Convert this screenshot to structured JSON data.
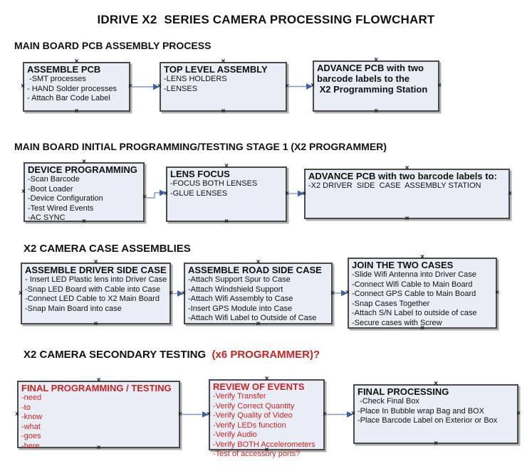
{
  "title": "IDRIVE X2  SERIES CAMERA PROCESSING FLOWCHART",
  "colors": {
    "box_fill": "#e9eef6",
    "box_border": "#4a4a4a",
    "box_shadow": "#b0b0b0",
    "red": "#cc2222",
    "text": "#111111",
    "connector_line": "#8099bb",
    "connector_arrow": "#3b5fa8",
    "handle": "#1a1a1a"
  },
  "sections": [
    {
      "heading": "MAIN BOARD PCB ASSEMBLY PROCESS",
      "boxes": [
        {
          "title": "ASSEMBLE PCB",
          "items": [
            " -SMT processes",
            "- HAND Solder processes",
            "- Attach Bar Code Label"
          ]
        },
        {
          "title": "TOP LEVEL ASSEMBLY",
          "items": [
            "-LENS HOLDERS",
            "-LENSES"
          ]
        },
        {
          "title": "ADVANCE PCB with two\nbarcode labels to the\n X2 Programming Station",
          "items": []
        }
      ]
    },
    {
      "heading": "MAIN BOARD INITIAL PROGRAMMING/TESTING STAGE 1 (X2 PROGRAMMER)",
      "boxes": [
        {
          "title": "DEVICE PROGRAMMING",
          "items": [
            "-Scan Barcode",
            "-Boot Loader",
            "-Device Configuration",
            "-Test Wired Events",
            "-AC SYNC"
          ]
        },
        {
          "title": "LENS FOCUS",
          "items": [
            "-FOCUS BOTH LENSES",
            "-GLUE LENSES"
          ]
        },
        {
          "title": "ADVANCE PCB with two barcode labels to:",
          "items": [
            "-X2 DRIVER  SIDE  CASE  ASSEMBLY STATION"
          ]
        }
      ]
    },
    {
      "heading": "X2 CAMERA CASE ASSEMBLIES",
      "boxes": [
        {
          "title": "ASSEMBLE DRIVER SIDE CASE",
          "items": [
            "- Insert LED Plastic lens into Driver Case",
            "-Snap LED Board with Cable into Case",
            "-Connect LED Cable to X2 Main Board",
            "-Snap Main Board into case"
          ]
        },
        {
          "title": "ASSEMBLE ROAD SIDE CASE",
          "items": [
            "-Attach Support Spur to Case",
            "-Attach Windshield Support",
            "-Attach Wifi Assembly to Case",
            "-Insert GPS Module into Case",
            "-Attach Wifi Label to Outside of Case"
          ]
        },
        {
          "title": "JOIN THE TWO CASES",
          "items": [
            "-Slide Wifi Antenna into Driver Case",
            "-Connect Wifi Cable to Main Board",
            "-Connect GPS Cable to Main Board",
            "-Snap Cases Together",
            "-Attach S/N Label to outside of case",
            "-Secure cases with Screw"
          ]
        }
      ]
    },
    {
      "heading": "X2 CAMERA SECONDARY TESTING ",
      "heading_suffix": " (x6 PROGRAMMER)?",
      "boxes": [
        {
          "title": "FINAL PROGRAMMING / TESTING",
          "items": [
            "-need",
            "-to",
            "-know",
            "-what",
            "-goes",
            "-here"
          ]
        },
        {
          "title": "REVIEW OF EVENTS",
          "items": [
            "-Verify Transfer",
            "-Verify Correct Quantity",
            "-Verify Quality of Video",
            "-Verify LEDs function",
            "-Verify Audio",
            "-Verify BOTH Accelerometers",
            "-Test of accessory ports?"
          ]
        },
        {
          "title": "FINAL PROCESSING",
          "items": [
            " -Check Final Box",
            "-Place In Bubble wrap Bag and BOX",
            "-Place Barcode Label on Exterior or Box"
          ]
        }
      ]
    }
  ]
}
